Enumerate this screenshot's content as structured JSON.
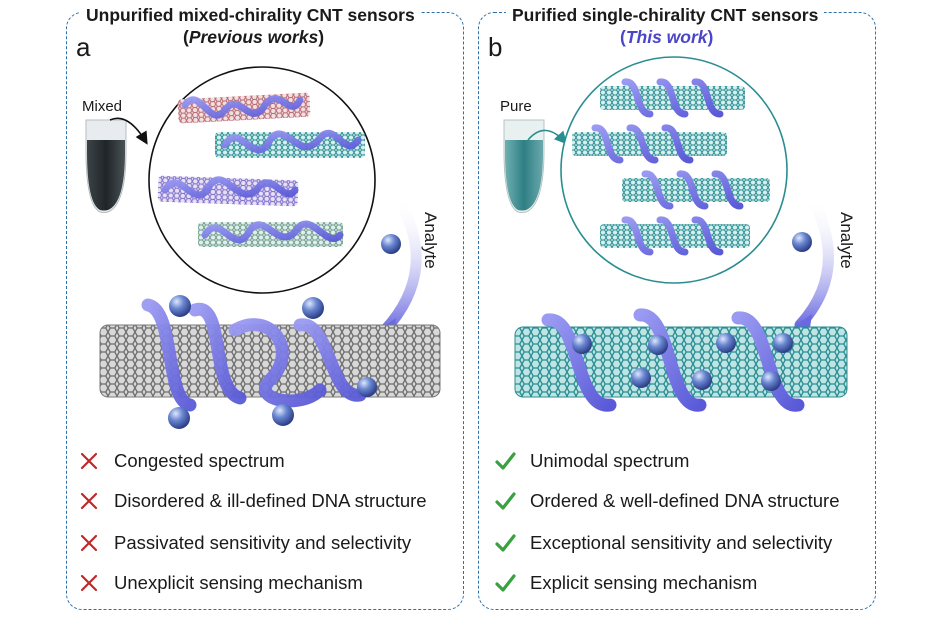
{
  "panel_a": {
    "letter": "a",
    "title": "Unpurified mixed-chirality CNT sensors",
    "subtitle_open": "(",
    "subtitle_em": "Previous works",
    "subtitle_close": ")",
    "tube_label": "Mixed",
    "analyte_label": "Analyte",
    "items": [
      {
        "mark": "cross-icon",
        "text": "Congested spectrum"
      },
      {
        "mark": "cross-icon",
        "text": "Disordered & ill-defined DNA structure"
      },
      {
        "mark": "cross-icon",
        "text": "Passivated sensitivity and selectivity"
      },
      {
        "mark": "cross-icon",
        "text": "Unexplicit sensing mechanism"
      }
    ]
  },
  "panel_b": {
    "letter": "b",
    "title": "Purified single-chirality CNT sensors",
    "subtitle_open": "(",
    "subtitle_em": "This work",
    "subtitle_close": ")",
    "tube_label": "Pure",
    "analyte_label": "Analyte",
    "items": [
      {
        "mark": "check-icon",
        "text": "Unimodal spectrum"
      },
      {
        "mark": "check-icon",
        "text": "Ordered & well-defined DNA structure"
      },
      {
        "mark": "check-icon",
        "text": "Exceptional sensitivity and selectivity"
      },
      {
        "mark": "check-icon",
        "text": "Explicit sensing mechanism"
      }
    ]
  },
  "colors": {
    "border": "#2f6fa8",
    "dna": "#6f6fe6",
    "cnt_gray": "#8a8a8a",
    "cnt_teal": "#2f9a9e",
    "cnt_red": "#c07a80",
    "cnt_purple": "#8a7ad0",
    "cnt_green": "#7aa89a",
    "sphere": "#4a68b8",
    "cross": "#c0282a",
    "check": "#3aa040",
    "subtitle_blue": "#4a45c9"
  }
}
